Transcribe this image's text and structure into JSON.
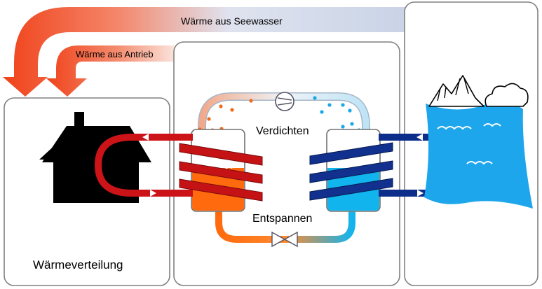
{
  "labels": {
    "heat_from_seawater": "Wärme aus Seewasser",
    "heat_from_drive": "Wärme aus Antrieb",
    "heat_distribution": "Wärmeverteilung",
    "compressor": "Verdichten",
    "expansion": "Entspannen"
  },
  "colors": {
    "hot_red": "#cc1418",
    "cold_blue": "#0c2d8a",
    "condenser_orange": "#ff6a0e",
    "evaporator_blue": "#12b4ee",
    "arrow_red": "#f0421a",
    "arrow_fade": "#c9d3e6",
    "house_black": "#000000",
    "water_blue": "#1ea6ec"
  },
  "icons": [
    "house-icon",
    "mountain-icon",
    "cloud-icon",
    "water-icon",
    "compressor-icon",
    "expansion-valve-icon"
  ]
}
